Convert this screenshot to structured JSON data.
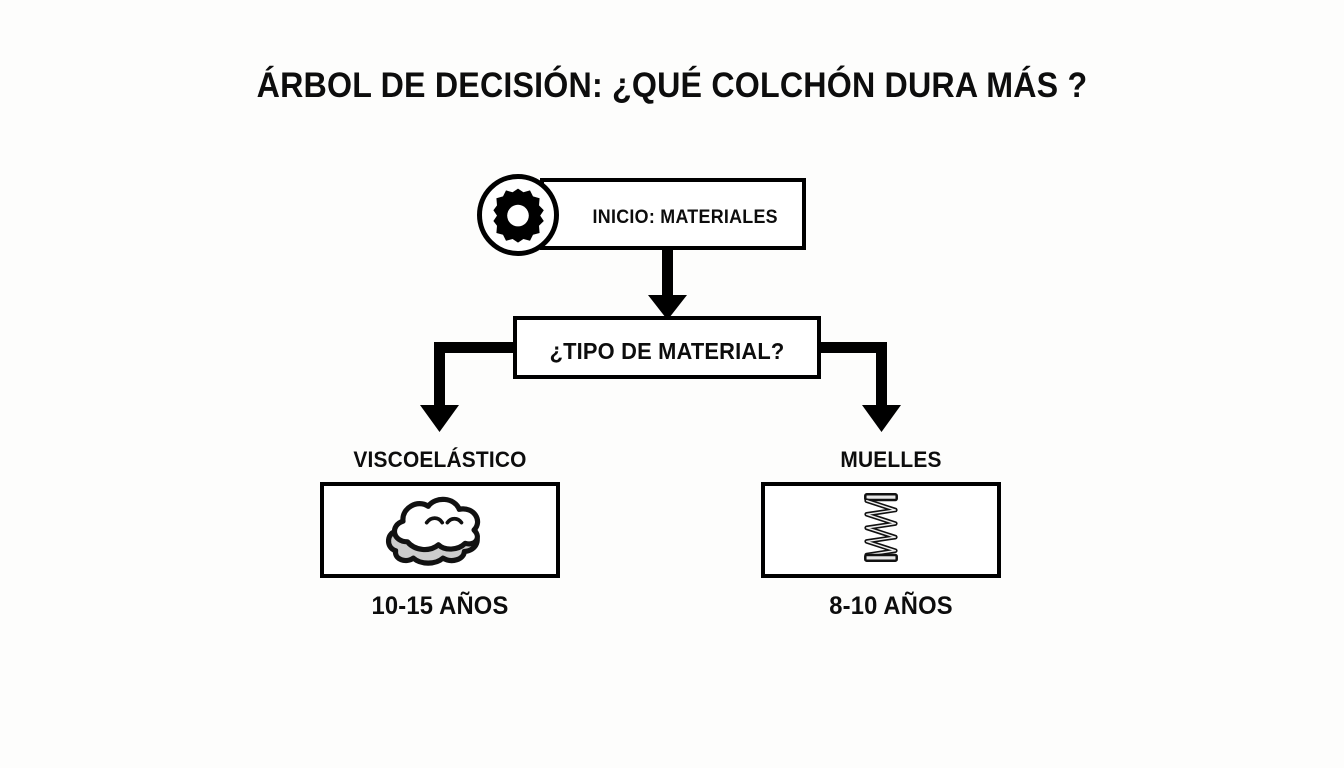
{
  "diagram": {
    "title": "ÁRBOL DE DECISIÓN: ¿QUÉ COLCHÓN DURA MÁS ?",
    "type": "decision-tree",
    "start": {
      "label": "INICIO: MATERIALES",
      "icon": "gear-icon"
    },
    "decision": {
      "label": "¿TIPO DE MATERIAL?"
    },
    "branches": [
      {
        "label": "VISCOELÁSTICO",
        "icon": "foam-cloud-icon",
        "years": "10-15 AÑOS"
      },
      {
        "label": "MUELLES",
        "icon": "coil-spring-icon",
        "years": "8-10 AÑOS"
      }
    ],
    "colors": {
      "background": "#fdfdfc",
      "ink": "#000000",
      "text": "#0d0d0d",
      "box_fill": "#ffffff",
      "icon_shade": "#cccccc"
    }
  }
}
